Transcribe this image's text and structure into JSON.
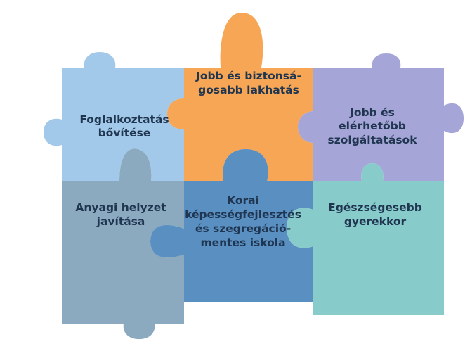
{
  "pieces": [
    {
      "id": "foglalkoztatas",
      "lines": [
        "Foglalkoztatás",
        "bővítése"
      ],
      "color": "#a2c9e9"
    },
    {
      "id": "lakhatas",
      "lines": [
        "Jobb és biztonsá-",
        "gosabb lakhatás"
      ],
      "color": "#f6a654"
    },
    {
      "id": "szolgaltatasok",
      "lines": [
        "Jobb és",
        "elérhetőbb",
        "szolgáltatások"
      ],
      "color": "#a5a6d7"
    },
    {
      "id": "anyagi",
      "lines": [
        "Anyagi helyzet",
        "javítása"
      ],
      "color": "#8baabf"
    },
    {
      "id": "korai",
      "lines": [
        "Korai",
        "képességfejlesztés",
        "és szegregáció-",
        "mentes iskola"
      ],
      "color": "#5a8fc1"
    },
    {
      "id": "egeszseg",
      "lines": [
        "Egészségesebb",
        "gyerekkor"
      ],
      "color": "#88cbcb"
    }
  ]
}
